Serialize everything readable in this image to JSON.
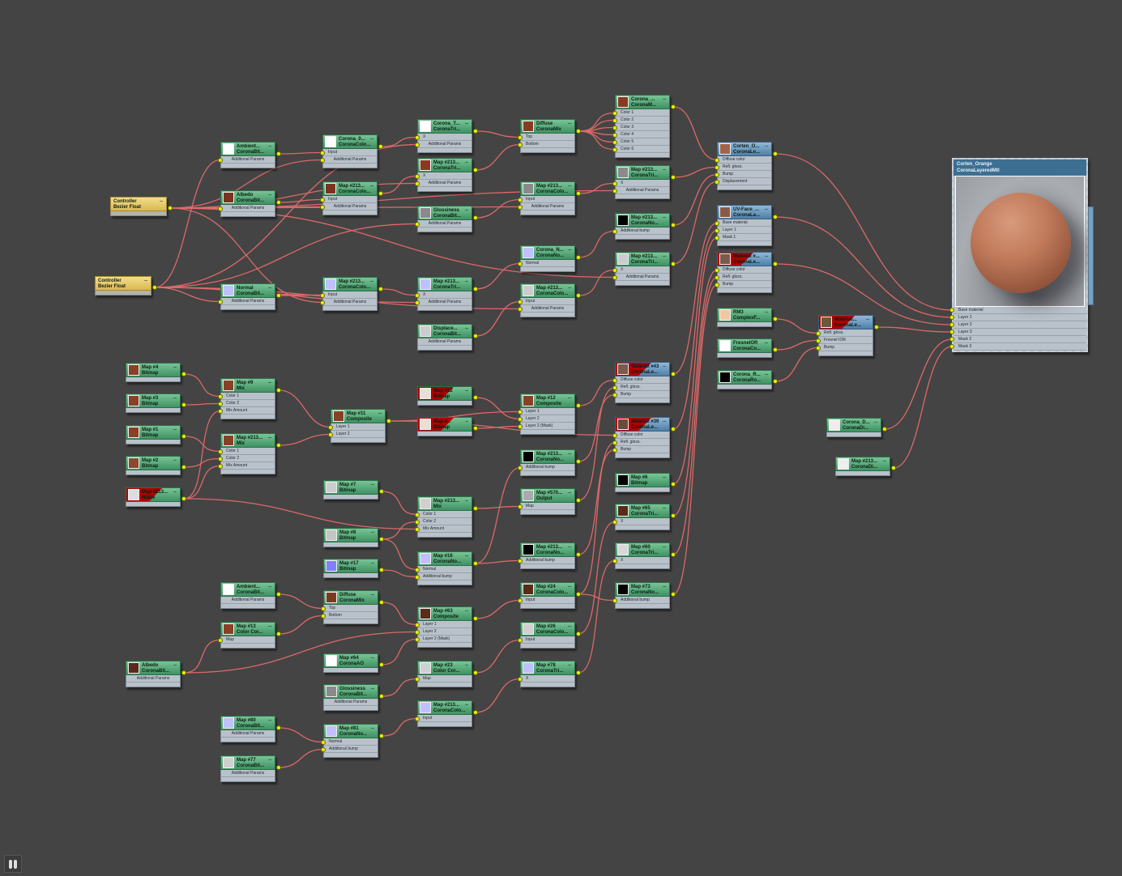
{
  "editor": {
    "nav_icon": "binoculars-icon"
  },
  "root": {
    "id": "n29",
    "title": "Corten_Orange",
    "subtitle": "CoronaLayeredMtl",
    "slots": [
      "Base material",
      "Layer 1",
      "Layer 2",
      "Layer 3",
      "Mask 2",
      "Mask 3"
    ]
  },
  "nodes": [
    {
      "id": "n1",
      "title": "Controller",
      "subtitle": "Bezier Float",
      "kind": "controller",
      "slots": []
    },
    {
      "id": "n2",
      "title": "Controller",
      "subtitle": "Bezier Float",
      "kind": "controller",
      "slots": []
    },
    {
      "id": "n3",
      "title": "Ambient...",
      "subtitle": "CoronaBit...",
      "kind": "map",
      "swatch": "#ffffff",
      "slots": [
        "Additional Params"
      ]
    },
    {
      "id": "n4",
      "title": "Albedo",
      "subtitle": "CoronaBit...",
      "kind": "map",
      "swatch": "#7a3320",
      "slots": [
        "Additional Params"
      ]
    },
    {
      "id": "n5",
      "title": "Normal",
      "subtitle": "CoronaBit...",
      "kind": "map",
      "swatch": "#c0c0ff",
      "slots": [
        "Additional Params"
      ]
    },
    {
      "id": "n6",
      "title": "Corona_0...",
      "subtitle": "CoronaColo...",
      "kind": "map",
      "swatch": "#ffffff",
      "slots": [
        "Input",
        "Additional Params"
      ]
    },
    {
      "id": "n7",
      "title": "Map #213...",
      "subtitle": "CoronaColo...",
      "kind": "map",
      "swatch": "#7a3320",
      "slots": [
        "Input",
        "Additional Params"
      ]
    },
    {
      "id": "n8",
      "title": "Map #213...",
      "subtitle": "CoronaColo...",
      "kind": "map",
      "swatch": "#c0c0ff",
      "slots": [
        "Input",
        "Additional Params"
      ]
    },
    {
      "id": "n9",
      "title": "Corona_T...",
      "subtitle": "CoronaTri...",
      "kind": "map",
      "swatch": "#ffffff",
      "slots": [
        "X",
        "Additional Params"
      ]
    },
    {
      "id": "n10",
      "title": "Map #213...",
      "subtitle": "CoronaTri...",
      "kind": "map",
      "swatch": "#8a3a22",
      "slots": [
        "X",
        "Additional Params"
      ]
    },
    {
      "id": "n11",
      "title": "Glossiness",
      "subtitle": "CoronaBit...",
      "kind": "map",
      "swatch": "#8a8a8a",
      "slots": [
        "Additional Params"
      ]
    },
    {
      "id": "n12",
      "title": "Map #213...",
      "subtitle": "CoronaTri...",
      "kind": "map",
      "swatch": "#c0c0ff",
      "slots": [
        "X",
        "Additional Params"
      ]
    },
    {
      "id": "n13",
      "title": "Displace...",
      "subtitle": "CoronaBit...",
      "kind": "map",
      "swatch": "#cccccc",
      "slots": [
        "Additional Params"
      ]
    },
    {
      "id": "n14",
      "title": "Diffuse",
      "subtitle": "CoronaMix",
      "kind": "map",
      "swatch": "#8a3a22",
      "slots": [
        "Top",
        "Bottom"
      ]
    },
    {
      "id": "n15",
      "title": "Map #213...",
      "subtitle": "CoronaColo...",
      "kind": "map",
      "swatch": "#8a8a8a",
      "slots": [
        "Input",
        "Additional Params"
      ]
    },
    {
      "id": "n16",
      "title": "Corona_N...",
      "subtitle": "CoronaNo...",
      "kind": "map",
      "swatch": "#c0c0ff",
      "slots": [
        "Normal"
      ]
    },
    {
      "id": "n17",
      "title": "Map #213...",
      "subtitle": "CoronaColo...",
      "kind": "map",
      "swatch": "#cccccc",
      "slots": [
        "Input",
        "Additional Params"
      ]
    },
    {
      "id": "n18",
      "title": "Corona_...",
      "subtitle": "CoronaM...",
      "kind": "map",
      "swatch": "#8a3a22",
      "slots": [
        "Color 1",
        "Color 2",
        "Color 3",
        "Color 4",
        "Color 5",
        "Color 6"
      ]
    },
    {
      "id": "n19",
      "title": "Map #213...",
      "subtitle": "CoronaTri...",
      "kind": "map",
      "swatch": "#8a8a8a",
      "slots": [
        "X",
        "Additional Params"
      ]
    },
    {
      "id": "n20",
      "title": "Map #213...",
      "subtitle": "CoronaNo...",
      "kind": "map",
      "swatch": "#000000",
      "slots": [
        "Additional bump"
      ]
    },
    {
      "id": "n21",
      "title": "Map #213...",
      "subtitle": "CoronaTri...",
      "kind": "map",
      "swatch": "#cccccc",
      "slots": [
        "X",
        "Additional Params"
      ]
    },
    {
      "id": "n22",
      "title": "Corten_O...",
      "subtitle": "CoronaLe...",
      "kind": "material",
      "swatch": "#a0644a",
      "slots": [
        "Diffuse color",
        "Refl. gloss.",
        "Bump",
        "Displacement"
      ]
    },
    {
      "id": "n23",
      "title": "UV-Face_...",
      "subtitle": "CoronaLa...",
      "kind": "material",
      "swatch": "#8a5a48",
      "slots": [
        "Base material",
        "Layer 1",
        "Mask 1"
      ]
    },
    {
      "id": "n24",
      "title": "Material #...",
      "subtitle": "CoronaLe...",
      "kind": "material",
      "swatch": "#7a5a4a",
      "error": true,
      "slots": [
        "Diffuse color",
        "Refl. gloss.",
        "Bump"
      ]
    },
    {
      "id": "n25",
      "title": "RM3",
      "subtitle": "ComplexF...",
      "kind": "map",
      "swatch": "#f0c8a0",
      "slots": []
    },
    {
      "id": "n26",
      "title": "FresnelOR",
      "subtitle": "CoronaCo...",
      "kind": "map",
      "swatch": "#ffffff",
      "slots": []
    },
    {
      "id": "n27",
      "title": "Corona_R...",
      "subtitle": "CoronaRo...",
      "kind": "map",
      "swatch": "#000000",
      "slots": []
    },
    {
      "id": "n28",
      "title": "Material...",
      "subtitle": "CoronaLe...",
      "kind": "material",
      "swatch": "#6a5a3a",
      "error": true,
      "slots": [
        "Refl. gloss.",
        "Fresnel IOR",
        "Bump"
      ]
    },
    {
      "id": "n30",
      "title": "Corona_D...",
      "subtitle": "CoronaDi...",
      "kind": "map",
      "swatch": "#eeeeee",
      "slots": []
    },
    {
      "id": "n31",
      "title": "Map #213...",
      "subtitle": "CoronaDi...",
      "kind": "map",
      "swatch": "#eeeeee",
      "slots": []
    },
    {
      "id": "n32",
      "title": "Map #4",
      "subtitle": "Bitmap",
      "kind": "map",
      "swatch": "#8a4026",
      "slots": []
    },
    {
      "id": "n33",
      "title": "Map #3",
      "subtitle": "Bitmap",
      "kind": "map",
      "swatch": "#8a4026",
      "slots": []
    },
    {
      "id": "n34",
      "title": "Map #1",
      "subtitle": "Bitmap",
      "kind": "map",
      "swatch": "#8a4026",
      "slots": []
    },
    {
      "id": "n35",
      "title": "Map #2",
      "subtitle": "Bitmap",
      "kind": "map",
      "swatch": "#8a4a30",
      "slots": []
    },
    {
      "id": "n36",
      "title": "Map #213...",
      "subtitle": "Noise",
      "kind": "map",
      "swatch": "#dddddd",
      "error": true,
      "slots": []
    },
    {
      "id": "n37",
      "title": "Map #9",
      "subtitle": "Mix",
      "kind": "map",
      "swatch": "#8a4026",
      "slots": [
        "Color 1",
        "Color 2",
        "Mix Amount"
      ]
    },
    {
      "id": "n38",
      "title": "Map #213...",
      "subtitle": "Mix",
      "kind": "map",
      "swatch": "#8a4026",
      "slots": [
        "Color 1",
        "Color 2",
        "Mix Amount"
      ]
    },
    {
      "id": "n39",
      "title": "Map #11",
      "subtitle": "Composite",
      "kind": "map",
      "swatch": "#8a4026",
      "slots": [
        "Layer 1",
        "Layer 2"
      ]
    },
    {
      "id": "n40",
      "title": "Map #12",
      "subtitle": "Bitmap",
      "kind": "map",
      "swatch": "#e8e0d8",
      "error": true,
      "slots": []
    },
    {
      "id": "n41",
      "title": "Map #...",
      "subtitle": "Bitmap",
      "kind": "map",
      "swatch": "#e8e0d8",
      "error": true,
      "slots": []
    },
    {
      "id": "n42",
      "title": "Map #12",
      "subtitle": "Composite",
      "kind": "map",
      "swatch": "#8a4026",
      "slots": [
        "Layer 1",
        "Layer 2",
        "Layer 2 (Mask)"
      ]
    },
    {
      "id": "n43",
      "title": "Material #43",
      "subtitle": "CoronaLe...",
      "kind": "material",
      "swatch": "#7a5a4a",
      "error": true,
      "slots": [
        "Diffuse color",
        "Refl. gloss.",
        "Bump"
      ]
    },
    {
      "id": "n44",
      "title": "Material #39",
      "subtitle": "CoronaLe...",
      "kind": "material",
      "swatch": "#6a4a3a",
      "error": true,
      "slots": [
        "Diffuse color",
        "Refl. gloss.",
        "Bump"
      ]
    },
    {
      "id": "n45",
      "title": "Map #213...",
      "subtitle": "CoronaNo...",
      "kind": "map",
      "swatch": "#000000",
      "slots": [
        "Additional bump"
      ]
    },
    {
      "id": "n46",
      "title": "Map #570...",
      "subtitle": "Output",
      "kind": "map",
      "swatch": "#aaaaaa",
      "slots": [
        "Map"
      ]
    },
    {
      "id": "n47",
      "title": "Map #7",
      "subtitle": "Bitmap",
      "kind": "map",
      "swatch": "#cccccc",
      "slots": []
    },
    {
      "id": "n48",
      "title": "Map #213...",
      "subtitle": "Mix",
      "kind": "map",
      "swatch": "#d0d0d0",
      "slots": [
        "Color 1",
        "Color 2",
        "Mix Amount"
      ]
    },
    {
      "id": "n49",
      "title": "Map #8",
      "subtitle": "Bitmap",
      "kind": "map",
      "swatch": "#c4c4c4",
      "slots": []
    },
    {
      "id": "n50",
      "title": "Map #17",
      "subtitle": "Bitmap",
      "kind": "map",
      "swatch": "#8080ff",
      "slots": []
    },
    {
      "id": "n51",
      "title": "Map #16",
      "subtitle": "CoronaNo...",
      "kind": "map",
      "swatch": "#c0c0ff",
      "slots": [
        "Normal",
        "Additional bump"
      ]
    },
    {
      "id": "n52",
      "title": "Map #213...",
      "subtitle": "CoronaNo...",
      "kind": "map",
      "swatch": "#000000",
      "slots": [
        "Additional bump"
      ]
    },
    {
      "id": "n53",
      "title": "Map #6",
      "subtitle": "Bitmap",
      "kind": "map",
      "swatch": "#000000",
      "slots": []
    },
    {
      "id": "n54",
      "title": "Map #65",
      "subtitle": "CoronaTri...",
      "kind": "map",
      "swatch": "#5a2a1a",
      "slots": [
        "X"
      ]
    },
    {
      "id": "n55",
      "title": "Map #60",
      "subtitle": "CoronaTri...",
      "kind": "map",
      "swatch": "#d8d8d8",
      "slots": [
        "X"
      ]
    },
    {
      "id": "n56",
      "title": "Map #73",
      "subtitle": "CoronaNo...",
      "kind": "map",
      "swatch": "#000000",
      "slots": [
        "Additional bump"
      ]
    },
    {
      "id": "n57",
      "title": "Map #24",
      "subtitle": "CoronaColo...",
      "kind": "map",
      "swatch": "#5a2a1a",
      "slots": [
        "Input"
      ]
    },
    {
      "id": "n58",
      "title": "Map #26",
      "subtitle": "CoronaColo...",
      "kind": "map",
      "swatch": "#d0d0d0",
      "slots": [
        "Input"
      ]
    },
    {
      "id": "n59",
      "title": "Map #78",
      "subtitle": "CoronaTri...",
      "kind": "map",
      "swatch": "#c0c0ff",
      "slots": [
        "X"
      ]
    },
    {
      "id": "n60",
      "title": "Ambient...",
      "subtitle": "CoronaBit...",
      "kind": "map",
      "swatch": "#ffffff",
      "slots": [
        "Additional Params"
      ]
    },
    {
      "id": "n61",
      "title": "Diffuse",
      "subtitle": "CoronaMix",
      "kind": "map",
      "swatch": "#7a3a22",
      "slots": [
        "Top",
        "Bottom"
      ]
    },
    {
      "id": "n62",
      "title": "Map #13",
      "subtitle": "Color Cor...",
      "kind": "map",
      "swatch": "#8a4026",
      "slots": [
        "Map"
      ]
    },
    {
      "id": "n63",
      "title": "Albedo",
      "subtitle": "CoronaBit...",
      "kind": "map",
      "swatch": "#5a2a1a",
      "slots": [
        "Additional Params"
      ]
    },
    {
      "id": "n64",
      "title": "Map #63",
      "subtitle": "Composite",
      "kind": "map",
      "swatch": "#5a2a1a",
      "slots": [
        "Layer 1",
        "Layer 2",
        "Layer 2 (Mask)"
      ]
    },
    {
      "id": "n65",
      "title": "Map #64",
      "subtitle": "CoronaAO",
      "kind": "map",
      "swatch": "#ffffff",
      "slots": []
    },
    {
      "id": "n66",
      "title": "Glossiness",
      "subtitle": "CoronaBit...",
      "kind": "map",
      "swatch": "#8a8a8a",
      "slots": [
        "Additional Params"
      ]
    },
    {
      "id": "n67",
      "title": "Map #23",
      "subtitle": "Color Cor...",
      "kind": "map",
      "swatch": "#d0d0d0",
      "slots": [
        "Map"
      ]
    },
    {
      "id": "n68",
      "title": "Map #213...",
      "subtitle": "CoronaColo...",
      "kind": "map",
      "swatch": "#c0c0ff",
      "slots": [
        "Input"
      ]
    },
    {
      "id": "n69",
      "title": "Map #80",
      "subtitle": "CoronaBit...",
      "kind": "map",
      "swatch": "#c0c0ff",
      "slots": [
        "Additional Params"
      ]
    },
    {
      "id": "n70",
      "title": "Map #77",
      "subtitle": "CoronaBit...",
      "kind": "map",
      "swatch": "#d0d0d0",
      "slots": [
        "Additional Params"
      ]
    },
    {
      "id": "n71",
      "title": "Map #81",
      "subtitle": "CoronaNo...",
      "kind": "map",
      "swatch": "#c0c0ff",
      "slots": [
        "Normal",
        "Additional bump"
      ]
    }
  ],
  "wires": [
    [
      "n1",
      "n6",
      1
    ],
    [
      "n1",
      "n7",
      1
    ],
    [
      "n1",
      "n10",
      1
    ],
    [
      "n1",
      "n15",
      1
    ],
    [
      "n1",
      "n19",
      1
    ],
    [
      "n1",
      "n21",
      1
    ],
    [
      "n1",
      "n8",
      1
    ],
    [
      "n1",
      "n4",
      0
    ],
    [
      "n2",
      "n3",
      0
    ],
    [
      "n2",
      "n5",
      0
    ],
    [
      "n2",
      "n11",
      0
    ],
    [
      "n2",
      "n12",
      1
    ],
    [
      "n2",
      "n17",
      1
    ],
    [
      "n2",
      "n9",
      1
    ],
    [
      "n2",
      "n8",
      0
    ],
    [
      "n3",
      "n6",
      0
    ],
    [
      "n4",
      "n7",
      0
    ],
    [
      "n5",
      "n8",
      0
    ],
    [
      "n6",
      "n9",
      0
    ],
    [
      "n7",
      "n10",
      0
    ],
    [
      "n8",
      "n12",
      0
    ],
    [
      "n9",
      "n14",
      0
    ],
    [
      "n10",
      "n14",
      1
    ],
    [
      "n11",
      "n15",
      0
    ],
    [
      "n12",
      "n16",
      0
    ],
    [
      "n13",
      "n17",
      0
    ],
    [
      "n14",
      "n18",
      0
    ],
    [
      "n14",
      "n18",
      1
    ],
    [
      "n14",
      "n18",
      2
    ],
    [
      "n14",
      "n18",
      3
    ],
    [
      "n14",
      "n18",
      4
    ],
    [
      "n14",
      "n18",
      5
    ],
    [
      "n15",
      "n19",
      0
    ],
    [
      "n16",
      "n20",
      0
    ],
    [
      "n17",
      "n21",
      0
    ],
    [
      "n18",
      "n22",
      0
    ],
    [
      "n19",
      "n22",
      1
    ],
    [
      "n20",
      "n22",
      2
    ],
    [
      "n21",
      "n22",
      3
    ],
    [
      "n22",
      "n29",
      0
    ],
    [
      "n23",
      "n29",
      1
    ],
    [
      "n24",
      "n29",
      2
    ],
    [
      "n28",
      "n29",
      3
    ],
    [
      "n30",
      "n29",
      4
    ],
    [
      "n31",
      "n29",
      5
    ],
    [
      "n25",
      "n28",
      0
    ],
    [
      "n26",
      "n28",
      1
    ],
    [
      "n27",
      "n28",
      2
    ],
    [
      "n43",
      "n23",
      0
    ],
    [
      "n44",
      "n23",
      1
    ],
    [
      "n53",
      "n23",
      2
    ],
    [
      "n54",
      "n24",
      0
    ],
    [
      "n55",
      "n24",
      1
    ],
    [
      "n56",
      "n24",
      2
    ],
    [
      "n32",
      "n37",
      0
    ],
    [
      "n33",
      "n37",
      1
    ],
    [
      "n36",
      "n37",
      2
    ],
    [
      "n34",
      "n38",
      0
    ],
    [
      "n35",
      "n38",
      1
    ],
    [
      "n36",
      "n38",
      2
    ],
    [
      "n36",
      "n48",
      2
    ],
    [
      "n37",
      "n39",
      0
    ],
    [
      "n38",
      "n39",
      1
    ],
    [
      "n39",
      "n42",
      0
    ],
    [
      "n39",
      "n44",
      0
    ],
    [
      "n40",
      "n42",
      1
    ],
    [
      "n41",
      "n42",
      2
    ],
    [
      "n42",
      "n43",
      0
    ],
    [
      "n45",
      "n43",
      2
    ],
    [
      "n46",
      "n43",
      1
    ],
    [
      "n52",
      "n44",
      2
    ],
    [
      "n57",
      "n44",
      1
    ],
    [
      "n58",
      "n54",
      0
    ],
    [
      "n59",
      "n55",
      0
    ],
    [
      "n57",
      "n56",
      0
    ],
    [
      "n47",
      "n48",
      0
    ],
    [
      "n49",
      "n48",
      1
    ],
    [
      "n49",
      "n51",
      0
    ],
    [
      "n50",
      "n51",
      1
    ],
    [
      "n48",
      "n46",
      0
    ],
    [
      "n51",
      "n45",
      0
    ],
    [
      "n51",
      "n52",
      0
    ],
    [
      "n64",
      "n57",
      0
    ],
    [
      "n67",
      "n58",
      0
    ],
    [
      "n68",
      "n59",
      0
    ],
    [
      "n60",
      "n61",
      0
    ],
    [
      "n62",
      "n61",
      1
    ],
    [
      "n63",
      "n62",
      0
    ],
    [
      "n63",
      "n64",
      1
    ],
    [
      "n61",
      "n64",
      0
    ],
    [
      "n65",
      "n64",
      2
    ],
    [
      "n66",
      "n67",
      0
    ],
    [
      "n71",
      "n68",
      0
    ],
    [
      "n69",
      "n71",
      0
    ],
    [
      "n70",
      "n71",
      1
    ]
  ]
}
